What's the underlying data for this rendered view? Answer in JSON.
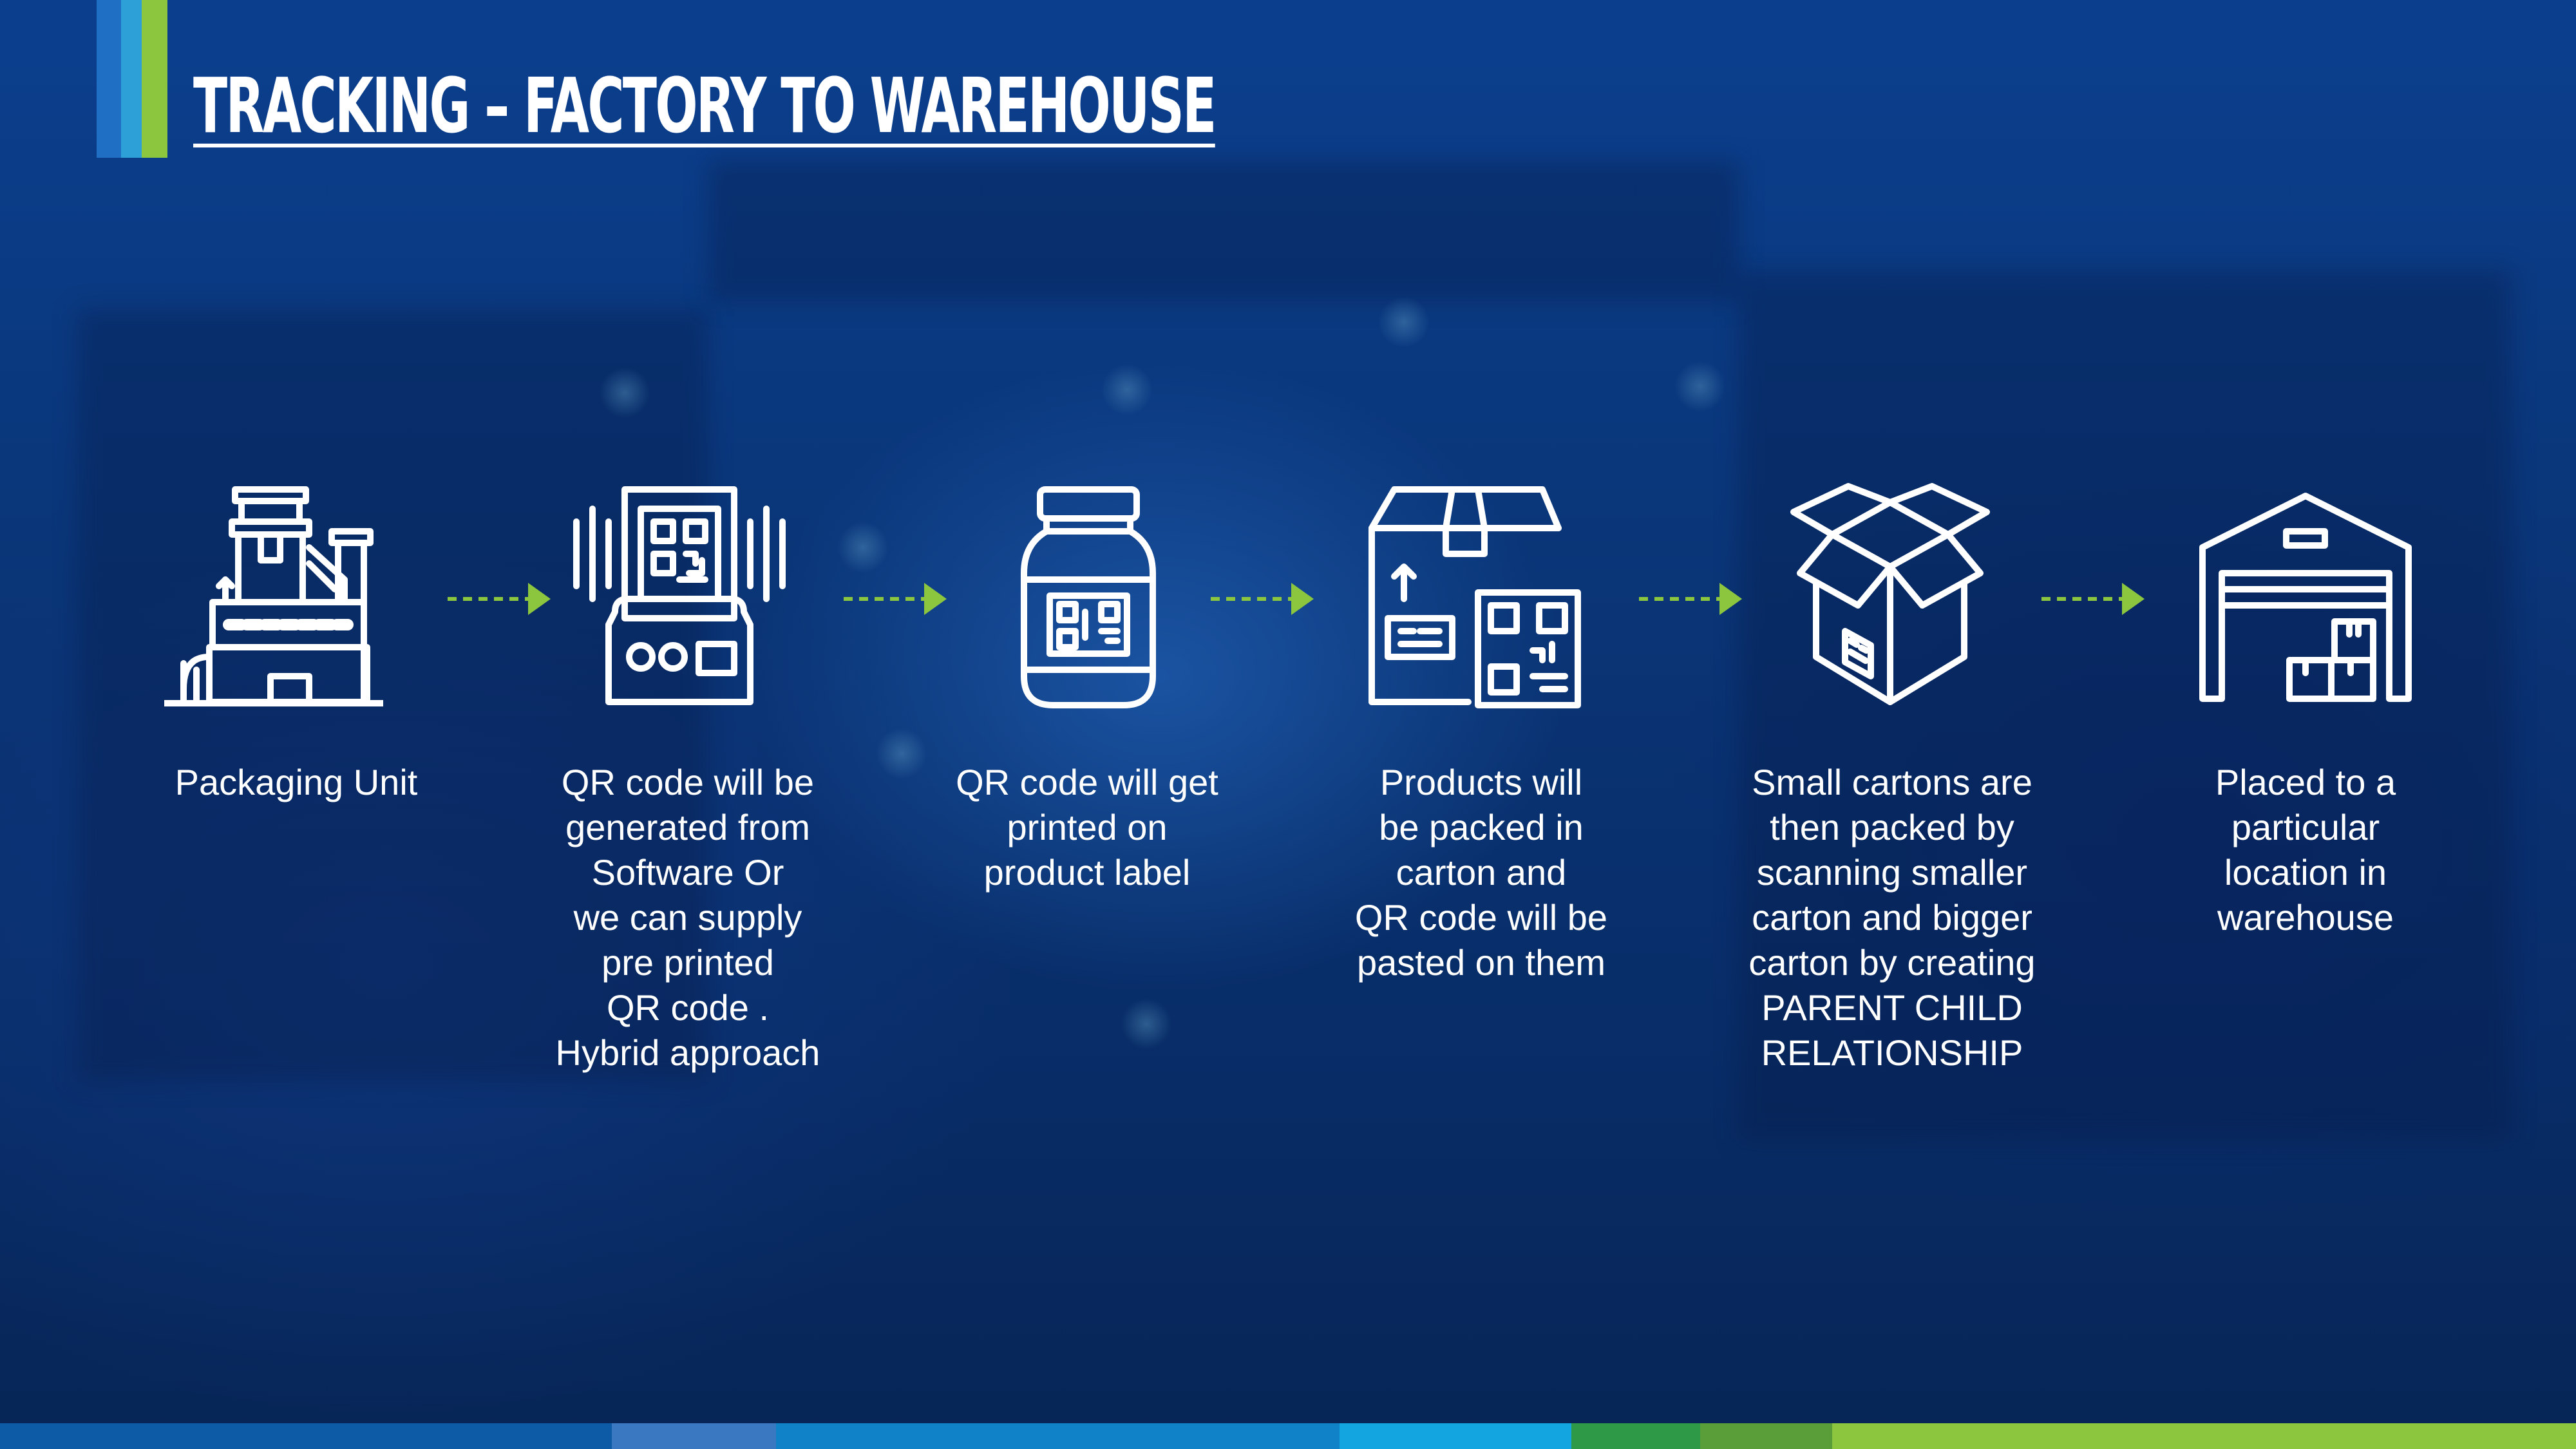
{
  "title": "TRACKING – FACTORY TO WAREHOUSE",
  "colors": {
    "arrow": "#8cc63f",
    "icon": "#ffffff",
    "accent_blue": "#1f6fc4",
    "accent_cyan": "#2ea0d8",
    "accent_green": "#8cc63f"
  },
  "steps": [
    {
      "icon": "factory-icon",
      "label": "Packaging Unit"
    },
    {
      "icon": "qr-scanner-icon",
      "label": "QR code will be\ngenerated from\nSoftware Or\nwe can supply\npre printed\nQR code .\nHybrid approach"
    },
    {
      "icon": "qr-bottle-icon",
      "label": "QR code will get\nprinted on\nproduct label"
    },
    {
      "icon": "qr-package-icon",
      "label": "Products will\nbe packed in\ncarton and\nQR code will be\npasted on them"
    },
    {
      "icon": "open-carton-icon",
      "label": "Small cartons are\nthen packed by\nscanning smaller\ncarton and bigger\ncarton by creating\nPARENT CHILD\nRELATIONSHIP"
    },
    {
      "icon": "warehouse-icon",
      "label": "Placed to a\nparticular\nlocation in\nwarehouse"
    }
  ],
  "bottom_bar_colors": [
    "#0d5aa6",
    "#3a78c2",
    "#0f82c8",
    "#12a5e0",
    "#2e9a47",
    "#5a9e3a",
    "#8cc63f"
  ]
}
